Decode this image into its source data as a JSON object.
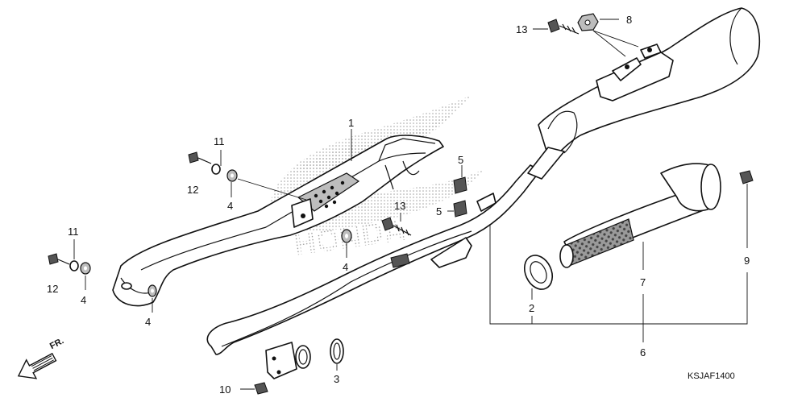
{
  "diagram": {
    "code": "KSJAF1400",
    "direction_label": "FR.",
    "logo_text": "HONDA",
    "callouts": {
      "c1": "1",
      "c2": "2",
      "c3": "3",
      "c4a": "4",
      "c4b": "4",
      "c4c": "4",
      "c4d": "4",
      "c5a": "5",
      "c5b": "5",
      "c6": "6",
      "c7": "7",
      "c8": "8",
      "c9": "9",
      "c10": "10",
      "c11a": "11",
      "c11b": "11",
      "c12a": "12",
      "c12b": "12",
      "c13a": "13",
      "c13b": "13"
    }
  }
}
